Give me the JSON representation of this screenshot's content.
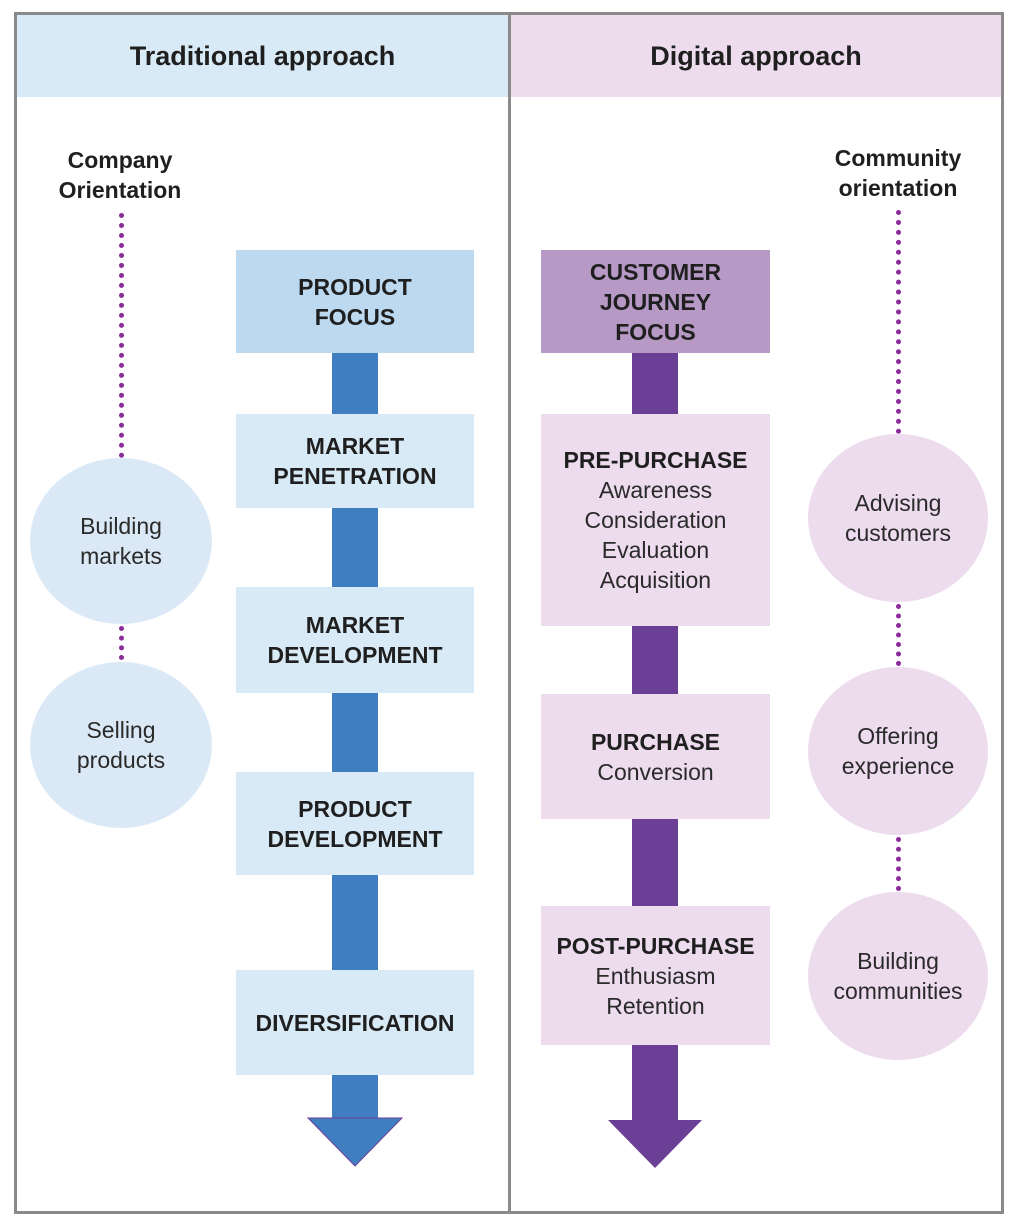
{
  "colors": {
    "blue_arrow": "#3f7fc1",
    "purple_arrow": "#6b3f95",
    "border": "#8a8a8a"
  },
  "traditional": {
    "header": "Traditional approach",
    "orientation": "Company\nOrientation",
    "circles": [
      "Building\nmarkets",
      "Selling\nproducts"
    ],
    "steps": [
      {
        "title": "PRODUCT\nFOCUS"
      },
      {
        "title": "MARKET\nPENETRATION"
      },
      {
        "title": "MARKET\nDEVELOPMENT"
      },
      {
        "title": "PRODUCT\nDEVELOPMENT"
      },
      {
        "title": "DIVERSIFICATION"
      }
    ]
  },
  "digital": {
    "header": "Digital approach",
    "orientation": "Community\norientation",
    "circles": [
      "Advising\ncustomers",
      "Offering\nexperience",
      "Building\ncommunities"
    ],
    "steps": [
      {
        "title": "CUSTOMER\nJOURNEY\nFOCUS",
        "subs": []
      },
      {
        "title": "PRE-PURCHASE",
        "subs": [
          "Awareness",
          "Consideration",
          "Evaluation",
          "Acquisition"
        ]
      },
      {
        "title": "PURCHASE",
        "subs": [
          "Conversion"
        ]
      },
      {
        "title": "POST-PURCHASE",
        "subs": [
          "Enthusiasm",
          "Retention"
        ]
      }
    ]
  }
}
